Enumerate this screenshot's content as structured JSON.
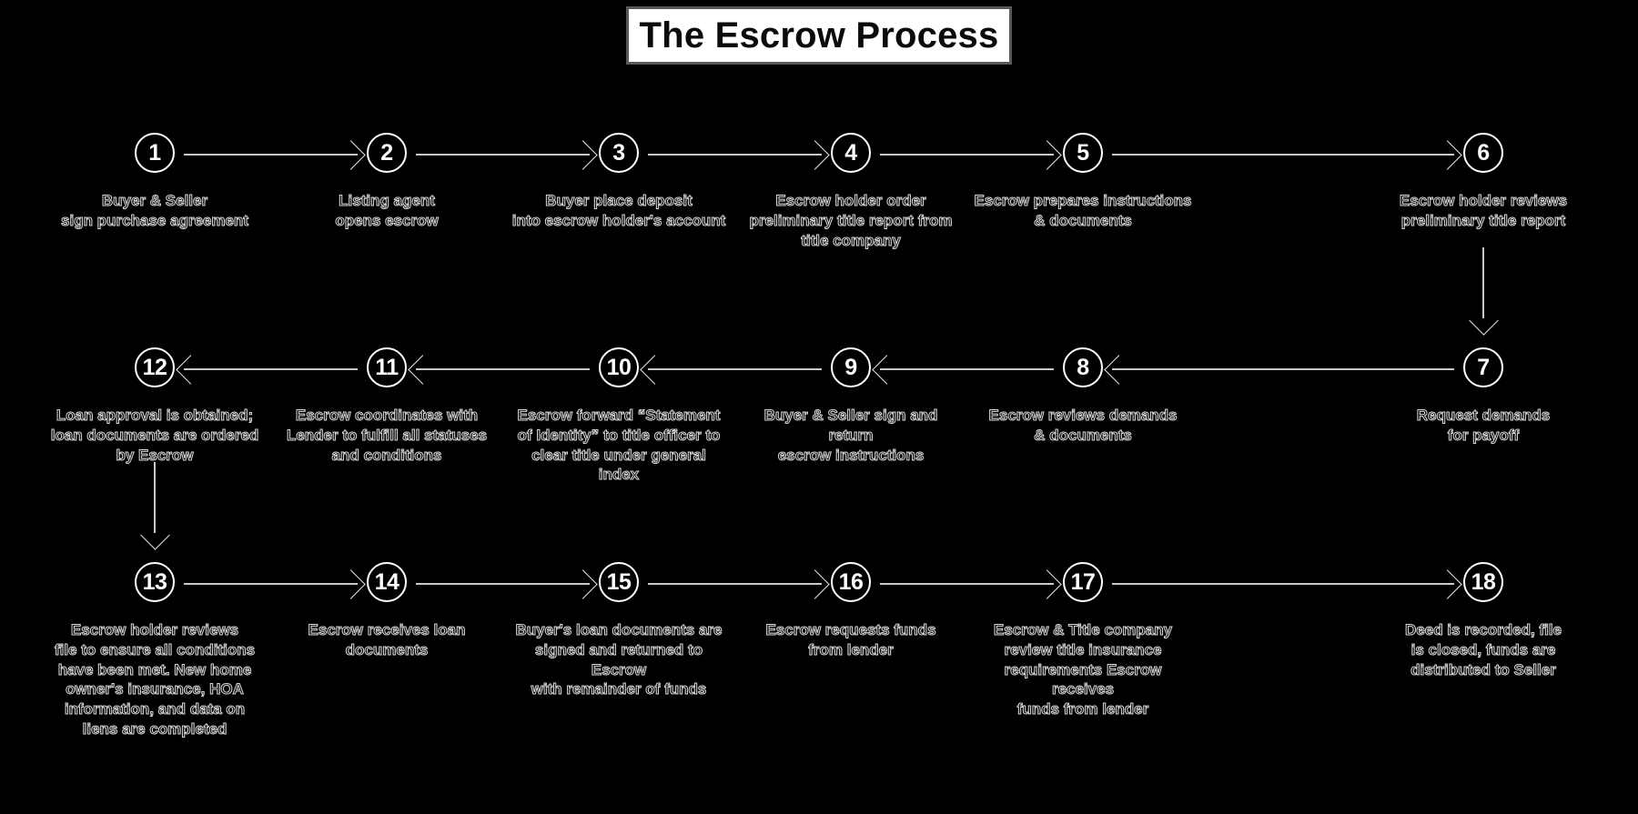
{
  "title": {
    "text": "The Escrow Process"
  },
  "colors": {
    "background": "#000000",
    "title_box_fill": "#ffffff",
    "title_text": "#0b0b0b",
    "node_stroke": "#ffffff",
    "connector": "#c9c9c9",
    "label_outline": "#d8d8d8"
  },
  "rows": [
    {
      "id": "row-1",
      "direction": "left-to-right",
      "nodes": [
        {
          "number": "1",
          "label": "Buyer & Seller\nsign purchase agreement"
        },
        {
          "number": "2",
          "label": "Listing agent\nopens escrow"
        },
        {
          "number": "3",
          "label": "Buyer place deposit\ninto escrow holder's account"
        },
        {
          "number": "4",
          "label": "Escrow holder order\npreliminary title report from\ntitle company"
        },
        {
          "number": "5",
          "label": "Escrow prepares instructions\n& documents"
        },
        {
          "number": "6",
          "label": "Escrow holder reviews\npreliminary title report"
        }
      ]
    },
    {
      "id": "row-2",
      "direction": "right-to-left",
      "nodes": [
        {
          "number": "12",
          "label": "Loan approval is obtained;\nloan documents are ordered\nby Escrow"
        },
        {
          "number": "11",
          "label": "Escrow coordinates with\nLender to fulfill all statuses\nand conditions"
        },
        {
          "number": "10",
          "label": "Escrow forward “Statement\nof Identity” to title officer to\nclear title under general index"
        },
        {
          "number": "9",
          "label": "Buyer & Seller sign and return\nescrow instructions"
        },
        {
          "number": "8",
          "label": "Escrow reviews demands\n& documents"
        },
        {
          "number": "7",
          "label": "Request demands\nfor payoff"
        }
      ]
    },
    {
      "id": "row-3",
      "direction": "left-to-right",
      "nodes": [
        {
          "number": "13",
          "label": "Escrow holder reviews\nfile to ensure all conditions\nhave been met. New home\nowner's insurance, HOA\ninformation, and data on\nliens are completed"
        },
        {
          "number": "14",
          "label": "Escrow receives loan\ndocuments"
        },
        {
          "number": "15",
          "label": "Buyer's loan documents are\nsigned and returned to Escrow\nwith remainder of funds"
        },
        {
          "number": "16",
          "label": "Escrow requests funds\nfrom lender"
        },
        {
          "number": "17",
          "label": "Escrow & Title company\nreview title insurance\nrequirements Escrow receives\nfunds from lender"
        },
        {
          "number": "18",
          "label": "Deed is recorded, file\nis closed, funds are\ndistributed to Seller"
        }
      ]
    }
  ],
  "vertical_connectors": [
    {
      "from": "6",
      "to": "7",
      "side": "right"
    },
    {
      "from": "12",
      "to": "13",
      "side": "left"
    }
  ]
}
